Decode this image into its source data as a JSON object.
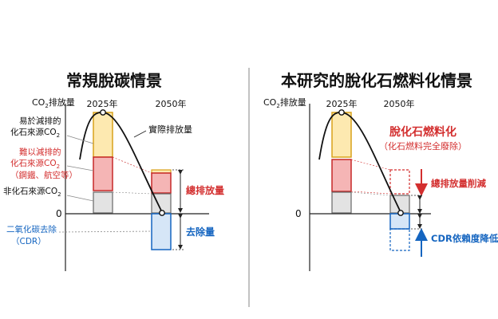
{
  "colors": {
    "text": "#111111",
    "red": "#d32f2f",
    "blue": "#1565c0",
    "yellow_fill": "#fde9b0",
    "yellow_stroke": "#d9a21b",
    "red_fill": "#f5b5b5",
    "red_stroke": "#c62828",
    "gray_fill": "#e3e3e3",
    "gray_stroke": "#666666",
    "blue_fill": "#d6e6f7",
    "blue_stroke": "#1565c0"
  },
  "left": {
    "title": "常規脫碳情景",
    "y_axis_label_prefix": "CO",
    "y_axis_label_sub": "2",
    "y_axis_label_suffix": "排放量",
    "year_2025": "2025年",
    "year_2050": "2050年",
    "zero": "0",
    "easy_line1": "易於減排的",
    "easy_line2": "化石來源CO",
    "easy_sub": "2",
    "hard_line1": "難以減排的",
    "hard_line2": "化石來源CO",
    "hard_sub": "2",
    "hard_line3": "（鋼鐵、航空等）",
    "nonfossil": "非化石來源CO",
    "nonfossil_sub": "2",
    "cdr_line1": "二氧化碳去除",
    "cdr_line2": "（CDR）",
    "actual": "實際排放量",
    "total": "總排放量",
    "removal": "去除量"
  },
  "right": {
    "title": "本研究的脫化石燃料化情景",
    "y_axis_label_prefix": "CO",
    "y_axis_label_sub": "2",
    "y_axis_label_suffix": "排放量",
    "year_2025": "2025年",
    "year_2050": "2050年",
    "zero": "0",
    "defossil_line1": "脫化石燃料化",
    "defossil_line2": "（化石燃料完全廢除）",
    "reduction": "總排放量削減",
    "cdr_lower": "CDR依賴度降低"
  }
}
